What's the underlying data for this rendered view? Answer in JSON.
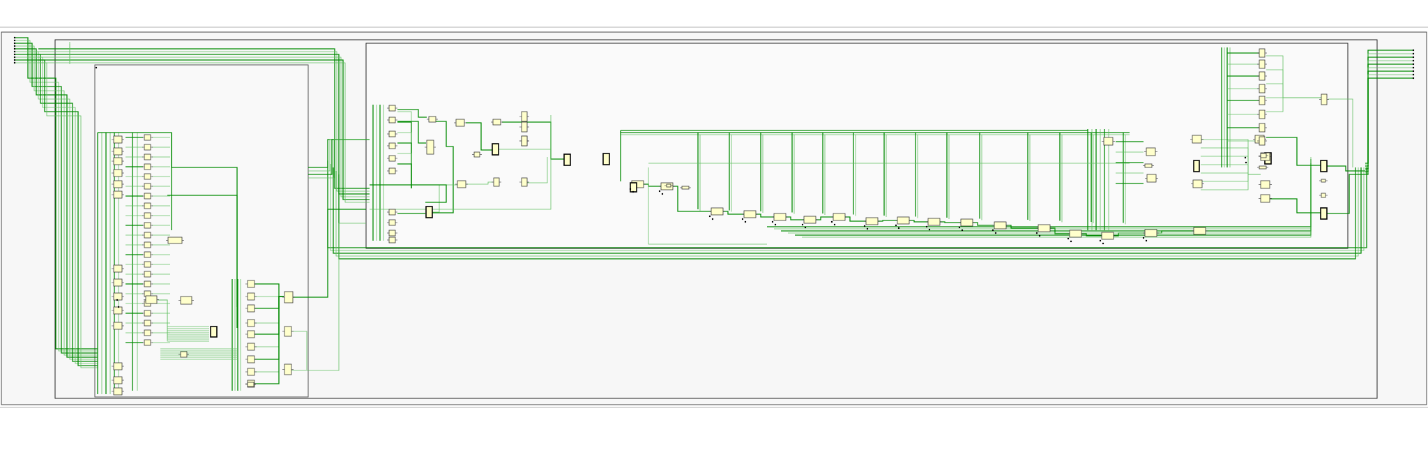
{
  "view": {
    "type": "rtl-schematic",
    "zoom": "fit"
  },
  "colors": {
    "background": "#ffffff",
    "module_fill": "#f7f7f7",
    "module_border": "#222222",
    "cell_fill": "#ffffcc",
    "cell_border": "#333333",
    "wire": "#008a00",
    "wire_light": "#5fbf5f",
    "port": "#000000"
  },
  "modules": [
    {
      "id": "top",
      "label": "",
      "depth": 0
    },
    {
      "id": "inner",
      "label": "",
      "depth": 1
    },
    {
      "id": "left-sub",
      "label": "",
      "depth": 2
    },
    {
      "id": "pipeline-sub",
      "label": "",
      "depth": 2
    }
  ],
  "cells": [
    {
      "group": "left-sub",
      "count": 62
    },
    {
      "group": "pipeline-sub",
      "count": 96
    },
    {
      "group": "inner",
      "count": 1
    }
  ]
}
